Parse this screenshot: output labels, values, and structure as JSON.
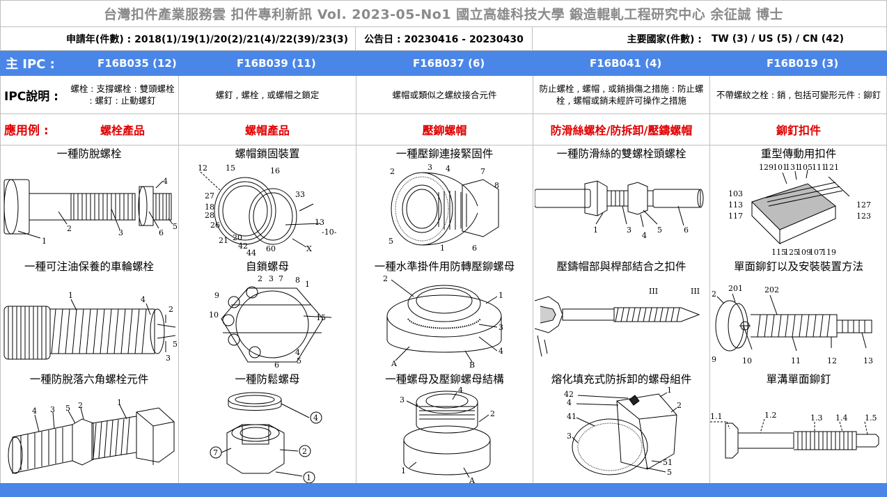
{
  "title": "台灣扣件產業服務雲  扣件專利新訊  Vol. 2023-05-No1  國立高雄科技大學  鍛造輥軋工程研究中心   余征誠 博士",
  "meta": {
    "application_years": "申請年(件數) : 2018(1)/19(1)/20(2)/21(4)/22(39)/23(3)",
    "announce_date": "公告日 : 20230416 - 20230430",
    "countries_label": "主要國家(件數) :",
    "countries_value": "TW (3) / US (5) / CN (42)"
  },
  "ipc": {
    "label": "主 IPC :",
    "codes": [
      "F16B035 (12)",
      "F16B039 (11)",
      "F16B037 (6)",
      "F16B041 (4)",
      "F16B019 (3)"
    ]
  },
  "description": {
    "label": "IPC說明 :",
    "items": [
      "螺栓 : 支撐螺栓 : 雙頭螺栓 : 螺釘 : 止動螺釘",
      "螺釘 , 螺栓 , 或螺帽之鎖定",
      "螺帽或類似之螺紋接合元件",
      "防止螺栓 , 螺帽 , 或銷損傷之措施 : 防止螺栓 , 螺帽或銷未經許可操作之措施",
      "不帶螺紋之栓 : 銷 , 包括可變形元件 : 鉚釘"
    ]
  },
  "application": {
    "label": "應用例 :",
    "items": [
      "螺栓產品",
      "螺帽產品",
      "壓鉚螺帽",
      "防滑絲螺栓/防拆卸/壓鑄螺帽",
      "鉚釘扣件"
    ]
  },
  "rows": [
    [
      "一種防脫螺栓",
      "螺帽鎖固裝置",
      "一種壓鉚連接緊固件",
      "一種防滑絲的雙螺栓頭螺栓",
      "重型傳動用扣件"
    ],
    [
      "一種可注油保養的車輪螺栓",
      "自鎖螺母",
      "一種水準掛件用防轉壓鉚螺母",
      "壓鑄帽部與桿部結合之扣件",
      "單面鉚釘以及安裝裝置方法"
    ],
    [
      "一種防脫落六角螺栓元件",
      "一種防鬆螺母",
      "一種螺母及壓鉚螺母結構",
      "熔化填充式防拆卸的螺母組件",
      "單溝單面鉚釘"
    ]
  ],
  "figure_labels": {
    "r0c0": [
      "1",
      "2",
      "3",
      "4",
      "5",
      "6"
    ],
    "r0c1": [
      "12",
      "15",
      "16",
      "27",
      "18",
      "28",
      "26",
      "21",
      "20",
      "42",
      "44",
      "60",
      "33",
      "13",
      "-10-",
      "X"
    ],
    "r0c2": [
      "2",
      "3",
      "4",
      "5",
      "1",
      "6",
      "7",
      "8"
    ],
    "r0c3": [
      "1",
      "3",
      "4",
      "5",
      "6"
    ],
    "r0c4": [
      "129",
      "101",
      "131",
      "105",
      "111",
      "121",
      "103",
      "113",
      "117",
      "127",
      "123",
      "115",
      "125",
      "109",
      "107",
      "119"
    ],
    "r1c0": [
      "1",
      "2",
      "3",
      "4",
      "5"
    ],
    "r1c1": [
      "2",
      "3",
      "7",
      "8",
      "1",
      "9",
      "10",
      "15",
      "4",
      "5",
      "6"
    ],
    "r1c2": [
      "2",
      "1",
      "3",
      "4",
      "A",
      "B"
    ],
    "r1c3": [
      "III",
      "III"
    ],
    "r1c4": [
      "2",
      "201",
      "202",
      "9",
      "10",
      "11",
      "12",
      "13"
    ],
    "r2c0": [
      "4",
      "3",
      "5",
      "2",
      "1"
    ],
    "r2c1": [
      "4",
      "7",
      "2",
      "1"
    ],
    "r2c2": [
      "3",
      "4",
      "2",
      "1",
      "A"
    ],
    "r2c3": [
      "42",
      "4",
      "41",
      "3",
      "1",
      "2",
      "51",
      "5"
    ],
    "r2c4": [
      "1.1",
      "1.2",
      "1.3",
      "1.4",
      "1.5"
    ]
  },
  "colors": {
    "accent": "#4a86e8",
    "highlight": "#e00000",
    "title_gray": "#8a8a8a"
  }
}
